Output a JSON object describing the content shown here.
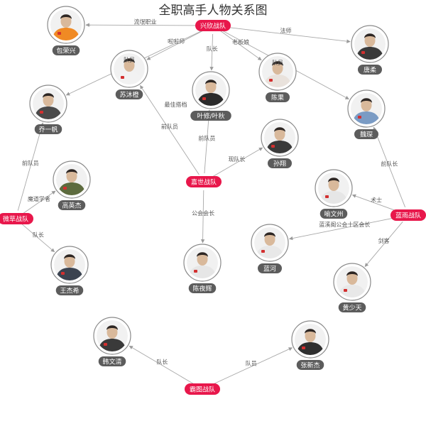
{
  "title": "全职高手人物关系图",
  "colors": {
    "team": "#e8174b",
    "name_tag": "#5c5c5c",
    "edge": "#a8a8a8"
  },
  "icons": {
    "avatar": "person-portrait-icon",
    "logo": "team-logo-icon"
  },
  "teams": [
    {
      "id": "xingxin",
      "label": "兴欣战队"
    },
    {
      "id": "jiashi",
      "label": "嘉世战队"
    },
    {
      "id": "weicao",
      "label": "微草战队"
    },
    {
      "id": "lanyu",
      "label": "蓝雨战队"
    },
    {
      "id": "batu",
      "label": "霸图战队"
    }
  ],
  "people": [
    {
      "id": "baorongxing",
      "name": "包荣兴",
      "shirt": "#f08a24"
    },
    {
      "id": "sumucheng",
      "name": "苏沐橙",
      "shirt": "#f2f2f2"
    },
    {
      "id": "yexiu",
      "name": "叶修/叶秋",
      "shirt": "#2b2b2b"
    },
    {
      "id": "chenguo",
      "name": "陈果",
      "shirt": "#e9e2dc"
    },
    {
      "id": "tangrou",
      "name": "唐柔",
      "shirt": "#3a3a3a"
    },
    {
      "id": "qiaoyifan",
      "name": "乔一帆",
      "shirt": "#4a4a4a"
    },
    {
      "id": "weichen",
      "name": "魏琛",
      "shirt": "#7a9bc4"
    },
    {
      "id": "sunxiang",
      "name": "孙翔",
      "shirt": "#3a3a3a"
    },
    {
      "id": "gaoyingjie",
      "name": "高英杰",
      "shirt": "#5d6b3e"
    },
    {
      "id": "yuwenzhou",
      "name": "喻文州",
      "shirt": "#e6e6e6"
    },
    {
      "id": "lanhe",
      "name": "蓝河",
      "shirt": "#e8e8e8"
    },
    {
      "id": "chenyehui",
      "name": "陈夜辉",
      "shirt": "#e6e6e6"
    },
    {
      "id": "wangjiexi",
      "name": "王杰希",
      "shirt": "#3b4350"
    },
    {
      "id": "huangshaotian",
      "name": "黄少天",
      "shirt": "#e8e8e8"
    },
    {
      "id": "hanwenqing",
      "name": "韩文清",
      "shirt": "#3a3a3a"
    },
    {
      "id": "zhangxinjie",
      "name": "张新杰",
      "shirt": "#2f2f2f"
    }
  ],
  "relations": [
    {
      "from": "xingxin",
      "to": "baorongxing",
      "label": "流氓职业"
    },
    {
      "from": "xingxin",
      "to": "sumucheng",
      "label": "啦啦师"
    },
    {
      "from": "xingxin",
      "to": "yexiu",
      "label": "队长"
    },
    {
      "from": "xingxin",
      "to": "chenguo",
      "label": "老板娘"
    },
    {
      "from": "xingxin",
      "to": "tangrou",
      "label": "法师"
    },
    {
      "from": "xingxin",
      "to": "qiaoyifan",
      "label": ""
    },
    {
      "from": "xingxin",
      "to": "weichen",
      "label": ""
    },
    {
      "from": "jiashi",
      "to": "sumucheng",
      "label": "前队员"
    },
    {
      "from": "jiashi",
      "to": "yexiu",
      "label": "前队员"
    },
    {
      "from": "jiashi",
      "to": "sunxiang",
      "label": "现队长"
    },
    {
      "from": "jiashi",
      "to": "chenyehui",
      "label": "公会会长"
    },
    {
      "from": "weicao",
      "to": "qiaoyifan",
      "label": "前队员"
    },
    {
      "from": "weicao",
      "to": "gaoyingjie",
      "label": "魔道学者"
    },
    {
      "from": "weicao",
      "to": "wangjiexi",
      "label": "队长"
    },
    {
      "from": "lanyu",
      "to": "weichen",
      "label": "前队长"
    },
    {
      "from": "lanyu",
      "to": "yuwenzhou",
      "label": "术士"
    },
    {
      "from": "lanyu",
      "to": "lanhe",
      "label": "蓝溪阁公会十区会长"
    },
    {
      "from": "lanyu",
      "to": "huangshaotian",
      "label": "剑客"
    },
    {
      "from": "batu",
      "to": "hanwenqing",
      "label": "队长"
    },
    {
      "from": "batu",
      "to": "zhangxinjie",
      "label": "队员"
    }
  ],
  "notes": [
    {
      "text": "最佳搭档",
      "between": [
        "sumucheng",
        "yexiu"
      ]
    },
    {
      "text": "队员",
      "on": "sumucheng"
    },
    {
      "text": "队员",
      "on": "chenguo"
    }
  ]
}
